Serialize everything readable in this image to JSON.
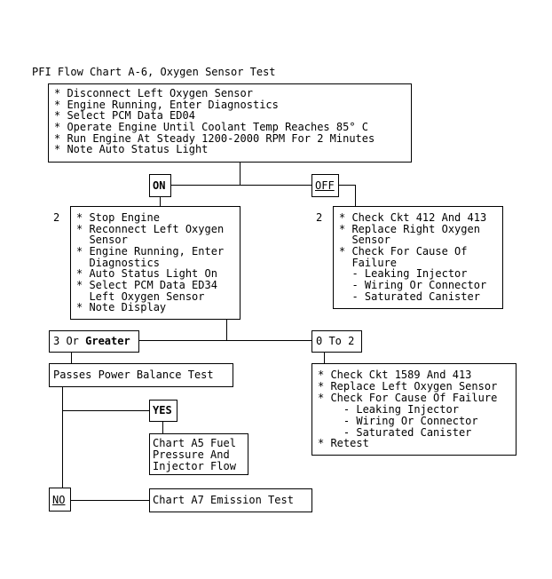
{
  "title": "PFI Flow Chart A-6, Oxygen Sensor Test",
  "start": {
    "lines": [
      "* Disconnect Left Oxygen Sensor",
      "* Engine Running, Enter Diagnostics",
      "* Select PCM Data ED04",
      "* Operate Engine Until Coolant Temp Reaches 85° C",
      "* Run Engine At Steady 1200-2000 RPM For 2 Minutes",
      "* Note Auto Status Light"
    ]
  },
  "branch_on": {
    "label": "ON"
  },
  "branch_off": {
    "label": "OFF"
  },
  "on_steps": {
    "num": "2",
    "lines": [
      "* Stop Engine",
      "* Reconnect Left Oxygen",
      "  Sensor",
      "* Engine Running, Enter",
      "  Diagnostics",
      "* Auto Status Light On",
      "* Select PCM Data ED34",
      "  Left Oxygen Sensor",
      "* Note Display"
    ]
  },
  "off_steps": {
    "num": "2",
    "lines": [
      "* Check Ckt 412 And 413",
      "* Replace Right Oxygen",
      "  Sensor",
      "* Check For Cause Of",
      "  Failure",
      "  - Leaking Injector",
      "  - Wiring Or Connector",
      "  - Saturated Canister"
    ]
  },
  "greater": {
    "prefix": "3 Or ",
    "bold": "Greater"
  },
  "zero_to_two": {
    "label": "0 To 2"
  },
  "passes": {
    "label": "Passes Power Balance Test"
  },
  "yes": {
    "label": "YES"
  },
  "chart_a5": {
    "lines": [
      "Chart A5 Fuel",
      "Pressure And",
      "Injector Flow"
    ]
  },
  "no": {
    "label": "NO"
  },
  "chart_a7": {
    "label": "Chart A7 Emission Test"
  },
  "right_steps": {
    "lines": [
      "* Check Ckt 1589 And 413",
      "* Replace Left Oxygen Sensor",
      "* Check For Cause Of Failure",
      "    - Leaking Injector",
      "    - Wiring Or Connector",
      "    - Saturated Canister",
      "* Retest"
    ]
  }
}
